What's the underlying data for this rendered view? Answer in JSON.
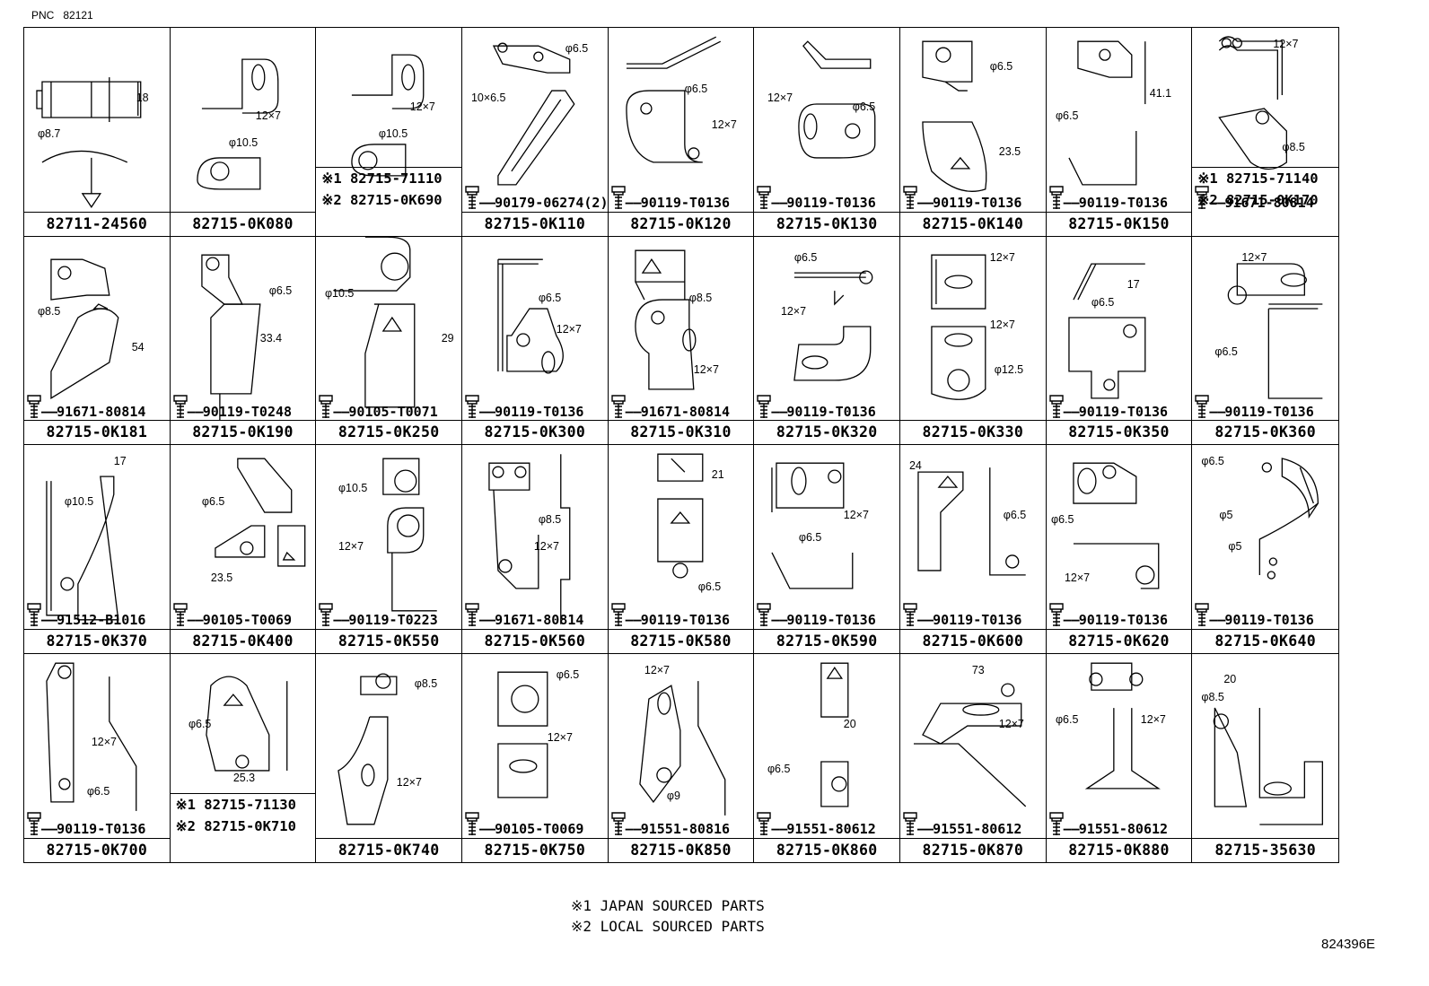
{
  "pnc": {
    "label": "PNC",
    "number": "82121"
  },
  "cells": [
    {
      "part": "82711-24560",
      "bolt": "",
      "dims": [
        "18",
        "φ8.7"
      ],
      "variants": []
    },
    {
      "part": "82715-0K080",
      "bolt": "",
      "dims": [
        "12×7",
        "φ10.5"
      ],
      "variants": []
    },
    {
      "part": "",
      "bolt": "",
      "dims": [
        "12×7",
        "φ10.5"
      ],
      "variants": [
        "※1 82715-71110",
        "※2 82715-0K690"
      ]
    },
    {
      "part": "82715-0K110",
      "bolt": "90179-06274(2)",
      "dims": [
        "φ6.5",
        "10×6.5"
      ],
      "variants": []
    },
    {
      "part": "82715-0K120",
      "bolt": "90119-T0136",
      "dims": [
        "φ6.5",
        "12×7"
      ],
      "variants": []
    },
    {
      "part": "82715-0K130",
      "bolt": "90119-T0136",
      "dims": [
        "12×7",
        "φ6.5"
      ],
      "variants": []
    },
    {
      "part": "82715-0K140",
      "bolt": "90119-T0136",
      "dims": [
        "φ6.5",
        "23.5"
      ],
      "variants": []
    },
    {
      "part": "82715-0K150",
      "bolt": "90119-T0136",
      "dims": [
        "φ6.5",
        "41.1"
      ],
      "variants": []
    },
    {
      "part": "",
      "bolt": "91671-80814",
      "dims": [
        "12×7",
        "φ8.5"
      ],
      "variants": [
        "※1 82715-71140",
        "※2 82715-0K170"
      ]
    },
    {
      "part": "82715-0K181",
      "bolt": "91671-80814",
      "dims": [
        "φ8.5",
        "54"
      ],
      "variants": []
    },
    {
      "part": "82715-0K190",
      "bolt": "90119-T0248",
      "dims": [
        "φ6.5",
        "33.4"
      ],
      "variants": []
    },
    {
      "part": "82715-0K250",
      "bolt": "90105-T0071",
      "dims": [
        "φ10.5",
        "29"
      ],
      "variants": []
    },
    {
      "part": "82715-0K300",
      "bolt": "90119-T0136",
      "dims": [
        "φ6.5",
        "12×7"
      ],
      "variants": []
    },
    {
      "part": "82715-0K310",
      "bolt": "91671-80814",
      "dims": [
        "φ8.5",
        "12×7"
      ],
      "variants": []
    },
    {
      "part": "82715-0K320",
      "bolt": "90119-T0136",
      "dims": [
        "φ6.5",
        "12×7"
      ],
      "variants": []
    },
    {
      "part": "82715-0K330",
      "bolt": "",
      "dims": [
        "12×7",
        "12×7",
        "φ12.5"
      ],
      "variants": []
    },
    {
      "part": "82715-0K350",
      "bolt": "90119-T0136",
      "dims": [
        "17",
        "φ6.5"
      ],
      "variants": []
    },
    {
      "part": "82715-0K360",
      "bolt": "90119-T0136",
      "dims": [
        "12×7",
        "φ6.5"
      ],
      "variants": []
    },
    {
      "part": "82715-0K370",
      "bolt": "91512-B1016",
      "dims": [
        "17",
        "φ10.5"
      ],
      "variants": []
    },
    {
      "part": "82715-0K400",
      "bolt": "90105-T0069",
      "dims": [
        "φ6.5",
        "23.5"
      ],
      "variants": []
    },
    {
      "part": "82715-0K550",
      "bolt": "90119-T0223",
      "dims": [
        "φ10.5",
        "12×7"
      ],
      "variants": []
    },
    {
      "part": "82715-0K560",
      "bolt": "91671-80814",
      "dims": [
        "φ8.5",
        "12×7"
      ],
      "variants": []
    },
    {
      "part": "82715-0K580",
      "bolt": "90119-T0136",
      "dims": [
        "21",
        "φ6.5"
      ],
      "variants": []
    },
    {
      "part": "82715-0K590",
      "bolt": "90119-T0136",
      "dims": [
        "φ6.5",
        "12×7"
      ],
      "variants": []
    },
    {
      "part": "82715-0K600",
      "bolt": "90119-T0136",
      "dims": [
        "24",
        "φ6.5"
      ],
      "variants": []
    },
    {
      "part": "82715-0K620",
      "bolt": "90119-T0136",
      "dims": [
        "φ6.5",
        "12×7"
      ],
      "variants": []
    },
    {
      "part": "82715-0K640",
      "bolt": "90119-T0136",
      "dims": [
        "φ6.5",
        "φ5",
        "φ5"
      ],
      "variants": []
    },
    {
      "part": "82715-0K700",
      "bolt": "90119-T0136",
      "dims": [
        "12×7",
        "φ6.5"
      ],
      "variants": []
    },
    {
      "part": "",
      "bolt": "",
      "dims": [
        "φ6.5",
        "25.3"
      ],
      "variants": [
        "※1 82715-71130",
        "※2 82715-0K710"
      ]
    },
    {
      "part": "82715-0K740",
      "bolt": "",
      "dims": [
        "φ8.5",
        "12×7"
      ],
      "variants": []
    },
    {
      "part": "82715-0K750",
      "bolt": "90105-T0069",
      "dims": [
        "φ6.5",
        "12×7"
      ],
      "variants": []
    },
    {
      "part": "82715-0K850",
      "bolt": "91551-80816",
      "dims": [
        "12×7",
        "φ9"
      ],
      "variants": []
    },
    {
      "part": "82715-0K860",
      "bolt": "91551-80612",
      "dims": [
        "20",
        "φ6.5"
      ],
      "variants": []
    },
    {
      "part": "82715-0K870",
      "bolt": "91551-80612",
      "dims": [
        "73",
        "12×7"
      ],
      "variants": []
    },
    {
      "part": "82715-0K880",
      "bolt": "91551-80612",
      "dims": [
        "φ6.5",
        "12×7"
      ],
      "variants": []
    },
    {
      "part": "82715-35630",
      "bolt": "",
      "dims": [
        "φ8.5",
        "20"
      ],
      "variants": []
    }
  ],
  "legend": {
    "line1": "※1 JAPAN SOURCED PARTS",
    "line2": "※2 LOCAL SOURCED PARTS"
  },
  "ref": "824396E"
}
